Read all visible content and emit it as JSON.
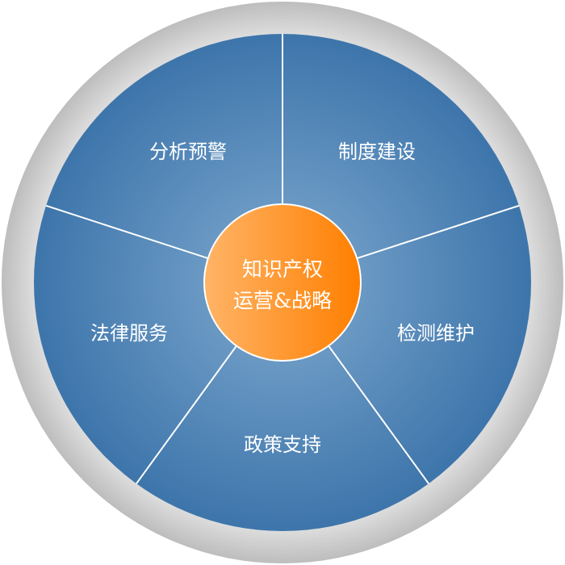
{
  "diagram": {
    "center": {
      "line1": "知识产权",
      "line2": "运营&战略"
    },
    "segments": [
      {
        "label": "制度建设"
      },
      {
        "label": "检测维护"
      },
      {
        "label": "政策支持"
      },
      {
        "label": "法律服务"
      },
      {
        "label": "分析预警"
      }
    ],
    "colors": {
      "ring": "#c8c8c8",
      "blue_center": "#7aa6cc",
      "blue_edge": "#3f77ad",
      "orange_left": "#ffb066",
      "orange_right": "#ff8000"
    }
  }
}
